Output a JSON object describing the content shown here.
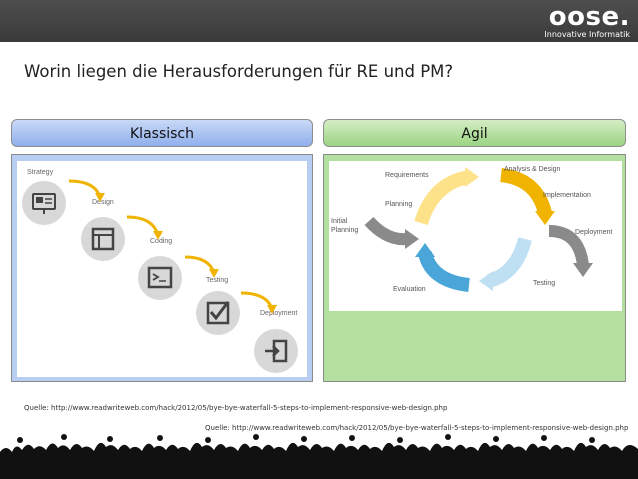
{
  "header": {
    "logo_word": "oose.",
    "logo_tagline": "Innovative Informatik"
  },
  "slide": {
    "title": "Worin liegen die Herausforderungen für RE und PM?",
    "left_heading": "Klassisch",
    "right_heading": "Agil"
  },
  "waterfall": {
    "steps": [
      "Strategy",
      "Design",
      "Coding",
      "Testing",
      "Deployment"
    ]
  },
  "agile_cycle": {
    "labels": {
      "requirements": "Requirements",
      "analysis_design": "Analysis & Design",
      "implementation": "Implementation",
      "planning": "Planning",
      "initial_planning_1": "Initial",
      "initial_planning_2": "Planning",
      "deployment": "Deployment",
      "testing": "Testing",
      "evaluation": "Evaluation"
    }
  },
  "sources": {
    "source_1": "Quelle: http://www.readwriteweb.com/hack/2012/05/bye-bye-waterfall-5-steps-to-implement-responsive-web-design.php",
    "source_2": "Quelle: http://www.readwriteweb.com/hack/2012/05/bye-bye-waterfall-5-steps-to-implement-responsive-web-design.php"
  },
  "colors": {
    "header_bg": "#404040",
    "left_panel": "#b7cdf2",
    "right_panel": "#b4e09f",
    "arrow_yellow": "#f0b400",
    "cycle_gray": "#8a8a8a",
    "cycle_blue": "#4aa6d8",
    "cycle_light_yellow": "#fde28a"
  }
}
